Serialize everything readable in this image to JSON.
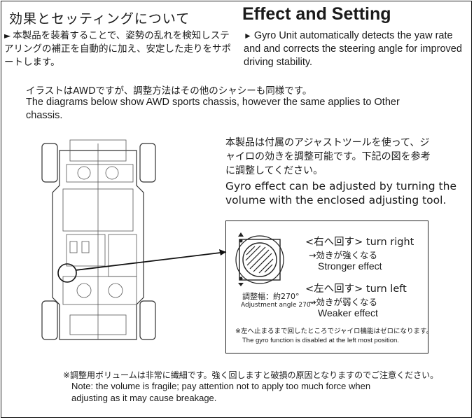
{
  "header": {
    "title_jp": "効果とセッティングについて",
    "title_en": "Effect and Setting"
  },
  "intro": {
    "jp": "本製品を装着することで、姿勢の乱れを検知しステアリングの補正を自動的に加え、安定した走りをサポートします。",
    "en": "Gyro Unit automatically detects the yaw rate and and corrects the steering angle for improved driving stability."
  },
  "chassis_note": {
    "jp": "イラストはAWDですが、調整方法はその他のシャシーも同様です。",
    "en": "The diagrams below show AWD sports chassis, however the same applies to Other chassis."
  },
  "adjust_text": {
    "jp": "本製品は付属のアジャストツールを使って、ジャイロの効きを調整可能です。下記の図を参考に調整してください。",
    "en": "Gyro effect can be adjusted by turning the volume with the enclosed adjusting tool."
  },
  "detail_box": {
    "angle_jp": "調整幅：約270°",
    "angle_en": "Adjustment angle 270°",
    "turn_right": "<右へ回す> turn right",
    "right_effect_jp": "→効きが強くなる",
    "right_effect_en": "Stronger effect",
    "turn_left": "<左へ回す> turn left",
    "left_effect_jp": "→効きが弱くなる",
    "left_effect_en": "Weaker effect",
    "disabled_jp": "※左へ止まるまで回したところでジャイロ機能はゼロになります。",
    "disabled_en": "The gyro function is disabled at the left most position."
  },
  "caution": {
    "jp": "※調整用ボリュームは非常に繊細です。強く回しますと破損の原因となりますのでご注意ください。",
    "en": "Note: the volume is fragile; pay attention not to apply too much force when adjusting as it may cause breakage."
  },
  "icons": {
    "bullet": "right-triangle-arrow",
    "dial": "adjustment-dial-icon",
    "chassis": "chassis-diagram"
  }
}
